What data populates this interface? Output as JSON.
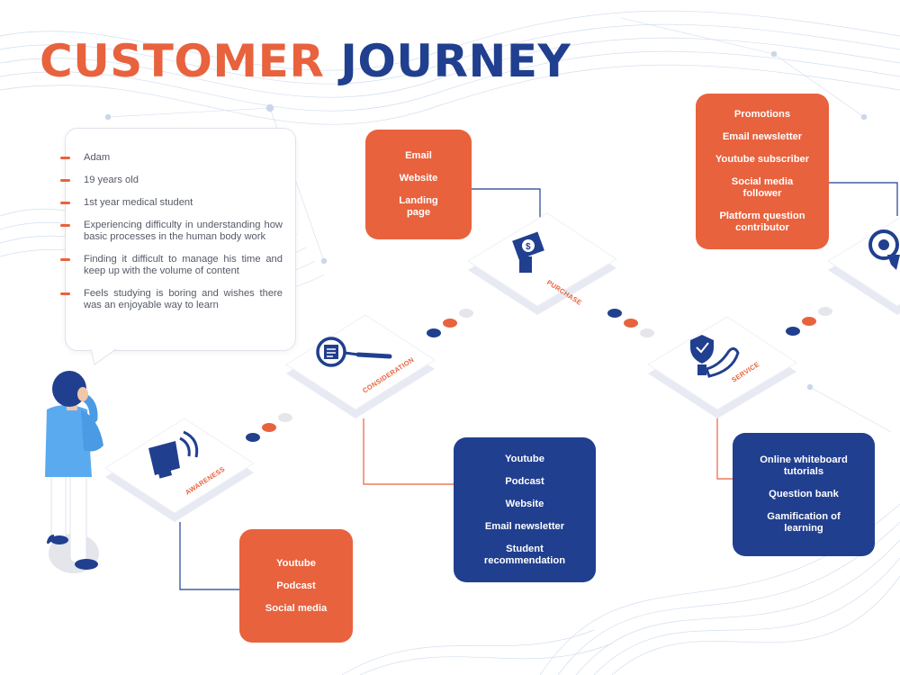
{
  "title": {
    "word1": "CUSTOMER",
    "word2": "JOURNEY"
  },
  "persona": {
    "items": [
      "Adam",
      "19 years old",
      "1st year medical student",
      "Experiencing difficulty in understanding how basic processes in the human body work",
      "Finding it difficult to manage his time and keep up with the volume of content",
      "Feels studying is boring and wishes there was an enjoyable way to learn"
    ]
  },
  "stages": [
    {
      "label": "AWARENESS",
      "icon": "megaphone-icon"
    },
    {
      "label": "CONSIDERATION",
      "icon": "magnifier-document-icon"
    },
    {
      "label": "PURCHASE",
      "icon": "money-hand-icon"
    },
    {
      "label": "SERVICE",
      "icon": "shield-hand-icon"
    },
    {
      "label": "",
      "icon": "award-badge-icon"
    }
  ],
  "boxes": {
    "awareness": [
      "Youtube",
      "Podcast",
      "Social media"
    ],
    "consideration": [
      "Youtube",
      "Podcast",
      "Website",
      "Email newsletter",
      "Student recommendation"
    ],
    "purchase": [
      "Email",
      "Website",
      "Landing page"
    ],
    "service": [
      "Online whiteboard tutorials",
      "Question bank",
      "Gamification of learning"
    ],
    "loyalty": [
      "Promotions",
      "Email newsletter",
      "Youtube subscriber",
      "Social media follower",
      "Platform question contributor"
    ]
  },
  "colors": {
    "orange": "#e8623e",
    "navy": "#213f8f",
    "light": "#e4e6ec"
  }
}
